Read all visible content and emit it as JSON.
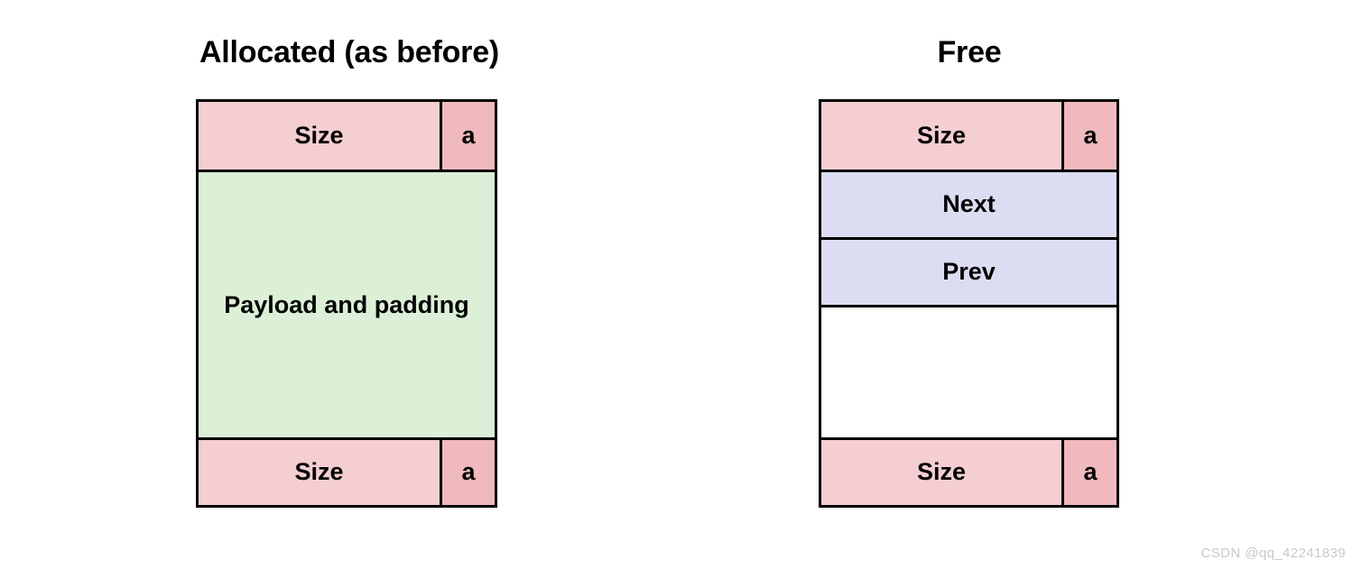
{
  "diagram": {
    "title_left": "Allocated (as before)",
    "title_right": "Free",
    "watermark": "CSDN @qq_42241839",
    "colors": {
      "size_fill": "#f5ced2",
      "flag_fill": "#f0b9bd",
      "payload_fill": "#dcf0d7",
      "link_fill": "#dcdcf2",
      "empty_fill": "#ffffff",
      "border": "#000000",
      "text": "#000000",
      "watermark": "#c9c9c9"
    },
    "allocated_block": {
      "name": "Allocated (as before)",
      "rows": [
        {
          "label": "Size",
          "flag": "a",
          "fill": "size_fill",
          "kind": "header"
        },
        {
          "label": "Payload and padding",
          "fill": "payload_fill",
          "kind": "payload"
        },
        {
          "label": "Size",
          "flag": "a",
          "fill": "size_fill",
          "kind": "footer"
        }
      ]
    },
    "free_block": {
      "name": "Free",
      "rows": [
        {
          "label": "Size",
          "flag": "a",
          "fill": "size_fill",
          "kind": "header"
        },
        {
          "label": "Next",
          "fill": "link_fill",
          "kind": "pointer"
        },
        {
          "label": "Prev",
          "fill": "link_fill",
          "kind": "pointer"
        },
        {
          "label": "",
          "fill": "empty_fill",
          "kind": "empty"
        },
        {
          "label": "Size",
          "flag": "a",
          "fill": "size_fill",
          "kind": "footer"
        }
      ]
    }
  }
}
